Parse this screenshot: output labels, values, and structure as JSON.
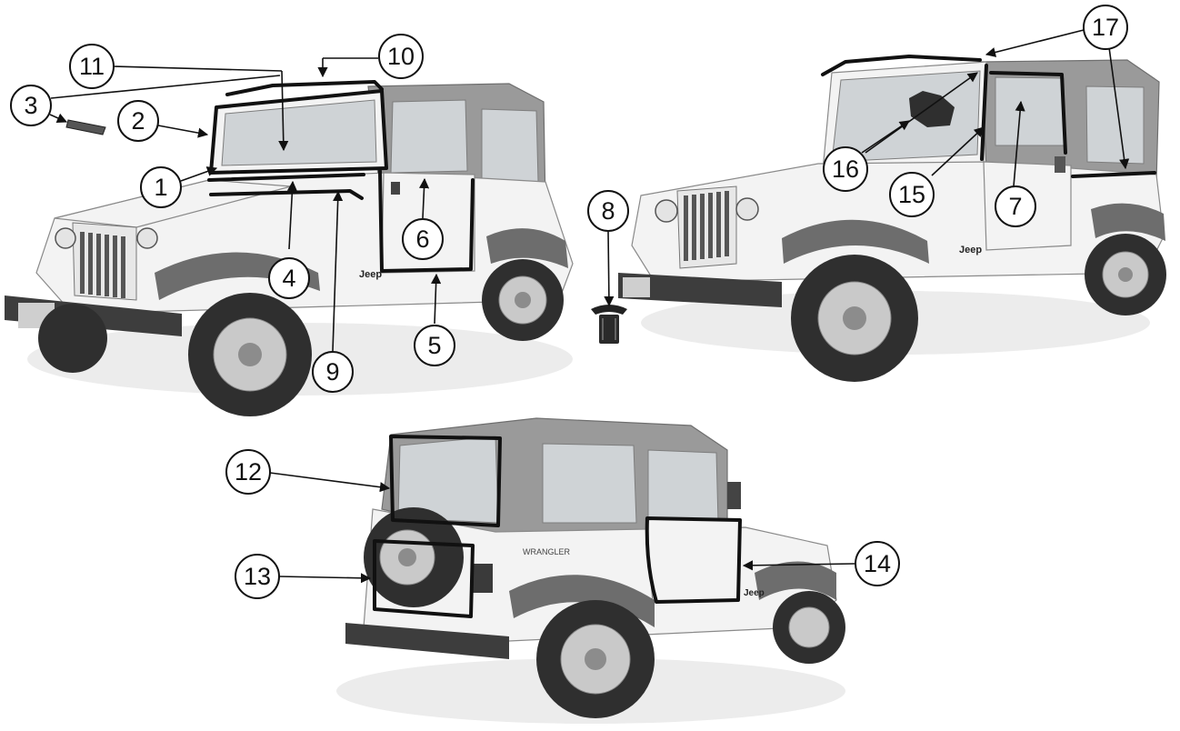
{
  "vehicles": {
    "front_left": {
      "badge": "Jeep"
    },
    "front_right": {
      "badge": "Jeep"
    },
    "rear": {
      "badge": "Jeep",
      "model_badge": "WRANGLER"
    }
  },
  "callouts": [
    {
      "id": 1,
      "label": "1"
    },
    {
      "id": 2,
      "label": "2"
    },
    {
      "id": 3,
      "label": "3"
    },
    {
      "id": 4,
      "label": "4"
    },
    {
      "id": 5,
      "label": "5"
    },
    {
      "id": 6,
      "label": "6"
    },
    {
      "id": 7,
      "label": "7"
    },
    {
      "id": 8,
      "label": "8"
    },
    {
      "id": 9,
      "label": "9"
    },
    {
      "id": 10,
      "label": "10"
    },
    {
      "id": 11,
      "label": "11"
    },
    {
      "id": 12,
      "label": "12"
    },
    {
      "id": 13,
      "label": "13"
    },
    {
      "id": 14,
      "label": "14"
    },
    {
      "id": 15,
      "label": "15"
    },
    {
      "id": 16,
      "label": "16"
    },
    {
      "id": 17,
      "label": "17"
    }
  ]
}
